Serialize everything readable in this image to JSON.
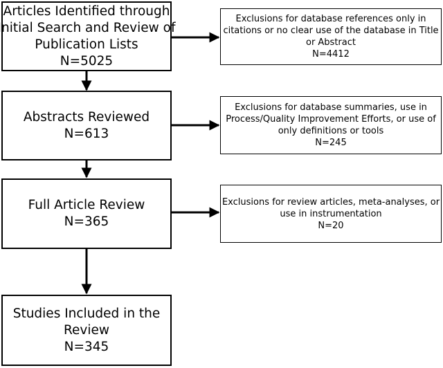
{
  "stages": [
    {
      "id": "identified",
      "lines": [
        "Articles Identified through",
        "Initial Search and Review of",
        "Publication Lists",
        "N=5025"
      ]
    },
    {
      "id": "abstracts",
      "lines": [
        "Abstracts Reviewed",
        "N=613"
      ]
    },
    {
      "id": "full-article",
      "lines": [
        "Full Article Review",
        "N=365"
      ]
    },
    {
      "id": "included",
      "lines": [
        "Studies Included in the",
        "Review",
        "N=345"
      ]
    }
  ],
  "exclusions": [
    {
      "id": "exclusion-1",
      "lines": [
        "Exclusions for database references only in",
        "citations or no clear use of the database in Title",
        "or Abstract",
        "N=4412"
      ]
    },
    {
      "id": "exclusion-2",
      "lines": [
        "Exclusions for database summaries, use in",
        "Process/Quality Improvement Efforts, or use of",
        "only definitions or tools",
        "N=245"
      ]
    },
    {
      "id": "exclusion-3",
      "lines": [
        "Exclusions for review articles, meta-analyses, or",
        "use in instrumentation",
        "N=20"
      ]
    }
  ]
}
